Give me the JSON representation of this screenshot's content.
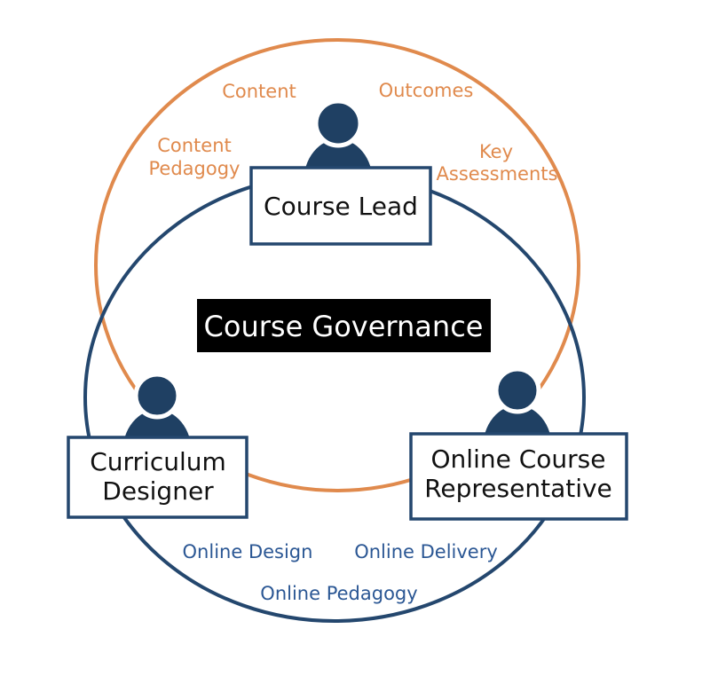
{
  "title": "Course Governance",
  "colors": {
    "orange_circle": "#E08A4D",
    "navy_circle": "#24476E",
    "person_icon_fill": "#1F4063",
    "blue_label_text": "#2B5794",
    "orange_label_text": "#E08A4D",
    "governance_bg": "#000000",
    "governance_text": "#FFFFFF"
  },
  "center": {
    "title": "Course Governance"
  },
  "orange_circle": {
    "labels": {
      "content": "Content",
      "outcomes": "Outcomes",
      "content_pedagogy": [
        "Content",
        "Pedagogy"
      ],
      "key_assessments": [
        "Key",
        "Assessments"
      ]
    }
  },
  "blue_circle": {
    "labels": {
      "online_design": "Online Design",
      "online_delivery": "Online Delivery",
      "online_pedagogy": "Online Pedagogy"
    }
  },
  "roles": {
    "course_lead": {
      "lines": [
        "Course Lead"
      ]
    },
    "curriculum_designer": {
      "lines": [
        "Curriculum",
        "Designer"
      ]
    },
    "online_course_representative": {
      "lines": [
        "Online Course",
        "Representative"
      ]
    }
  }
}
